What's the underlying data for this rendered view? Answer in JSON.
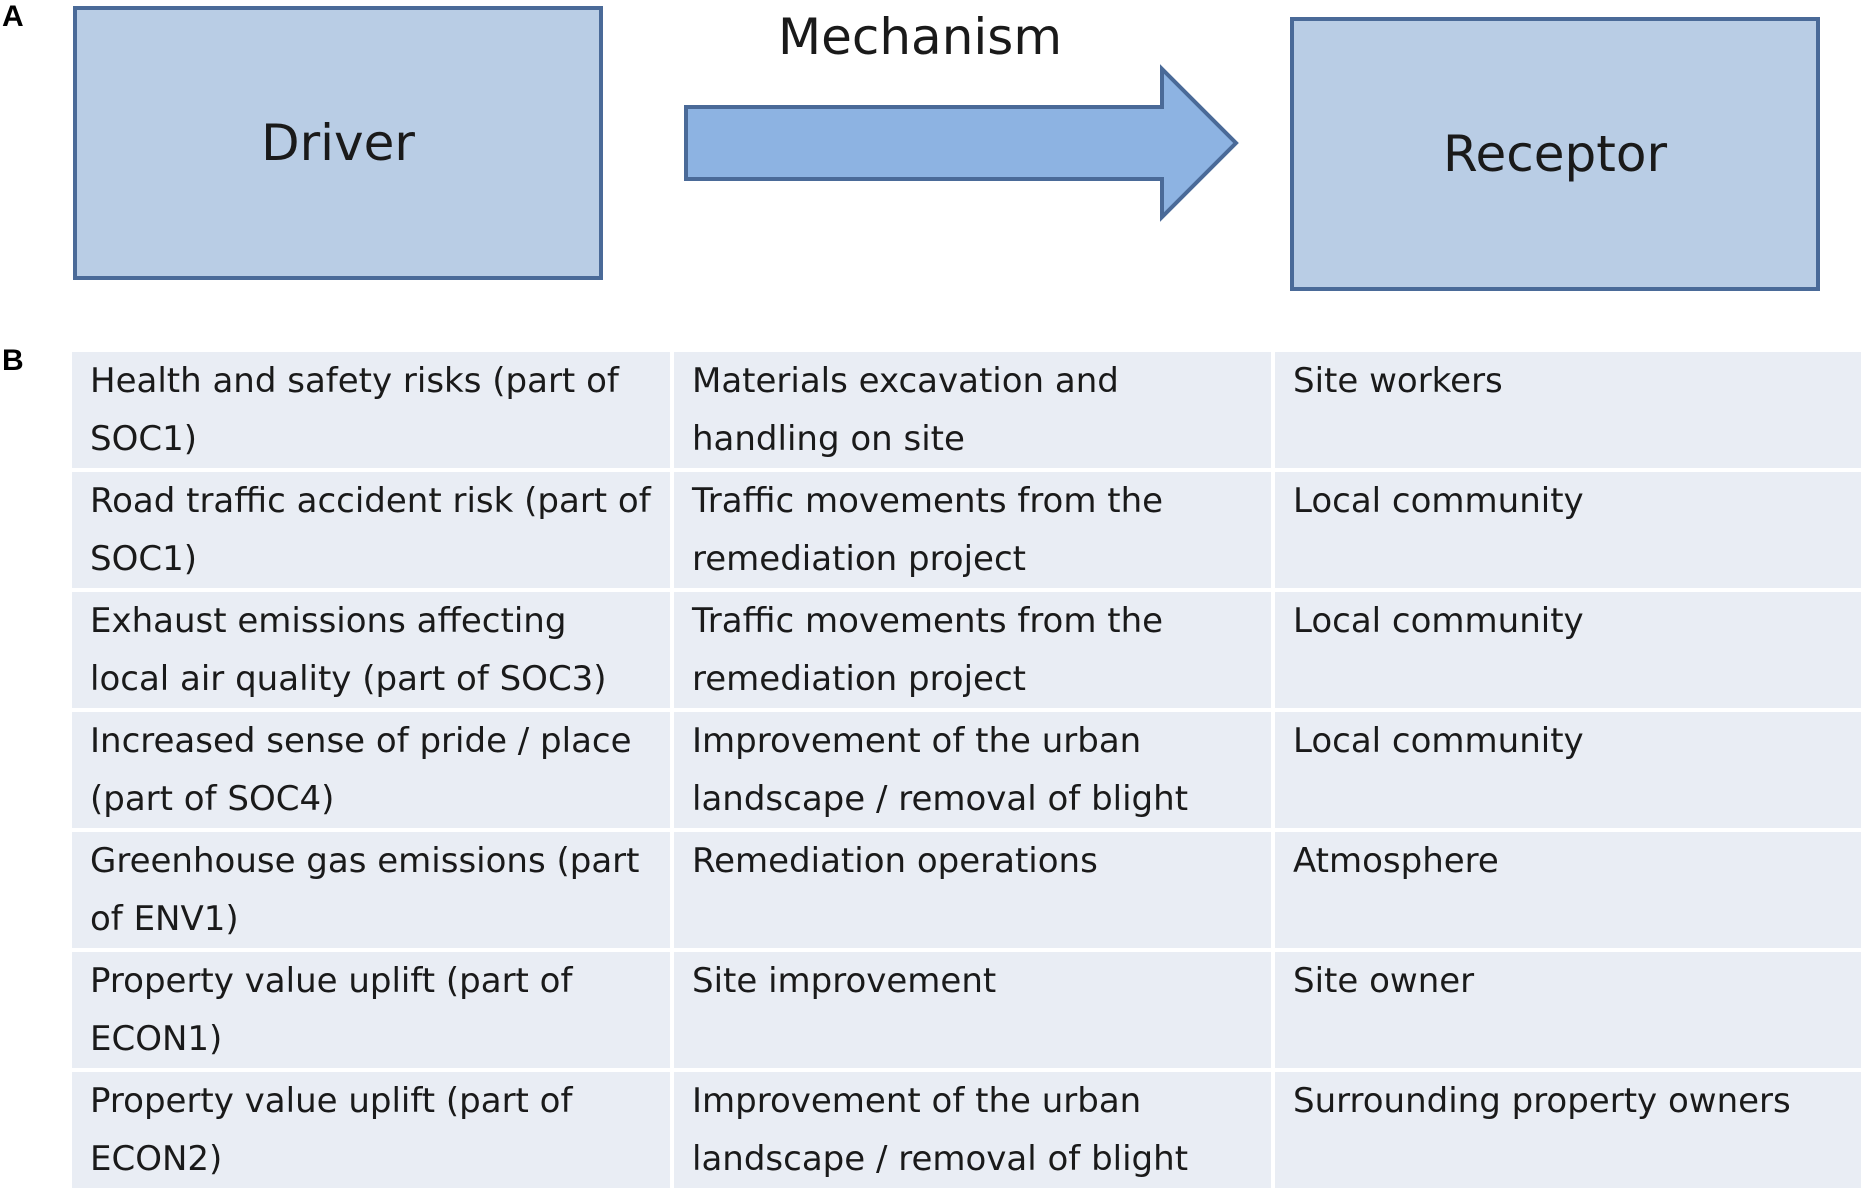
{
  "panel_a": {
    "label": "A",
    "driver": "Driver",
    "mechanism": "Mechanism",
    "receptor": "Receptor",
    "colors": {
      "box_fill": "#b9cde5",
      "box_border": "#4a6a98",
      "arrow_fill": "#8db3e2"
    }
  },
  "panel_b": {
    "label": "B",
    "rows": [
      [
        "Health and safety risks (part of SOC1)",
        "Materials excavation and handling on site",
        "Site workers"
      ],
      [
        "Road traffic accident risk (part of SOC1)",
        "Traffic movements from the remediation project",
        "Local community"
      ],
      [
        "Exhaust emissions affecting local air quality (part of SOC3)",
        "Traffic movements from the remediation project",
        "Local community"
      ],
      [
        "Increased sense of pride / place (part of SOC4)",
        "Improvement of the urban landscape / removal of blight",
        "Local community"
      ],
      [
        "Greenhouse gas emissions (part of ENV1)",
        "Remediation operations",
        "Atmosphere"
      ],
      [
        "Property value uplift (part of ECON1)",
        "Site improvement",
        "Site owner"
      ],
      [
        "Property value uplift (part of ECON2)",
        "Improvement of the urban landscape / removal of blight",
        "Surrounding property owners"
      ]
    ],
    "colors": {
      "cell_fill": "#e9edf4"
    }
  }
}
